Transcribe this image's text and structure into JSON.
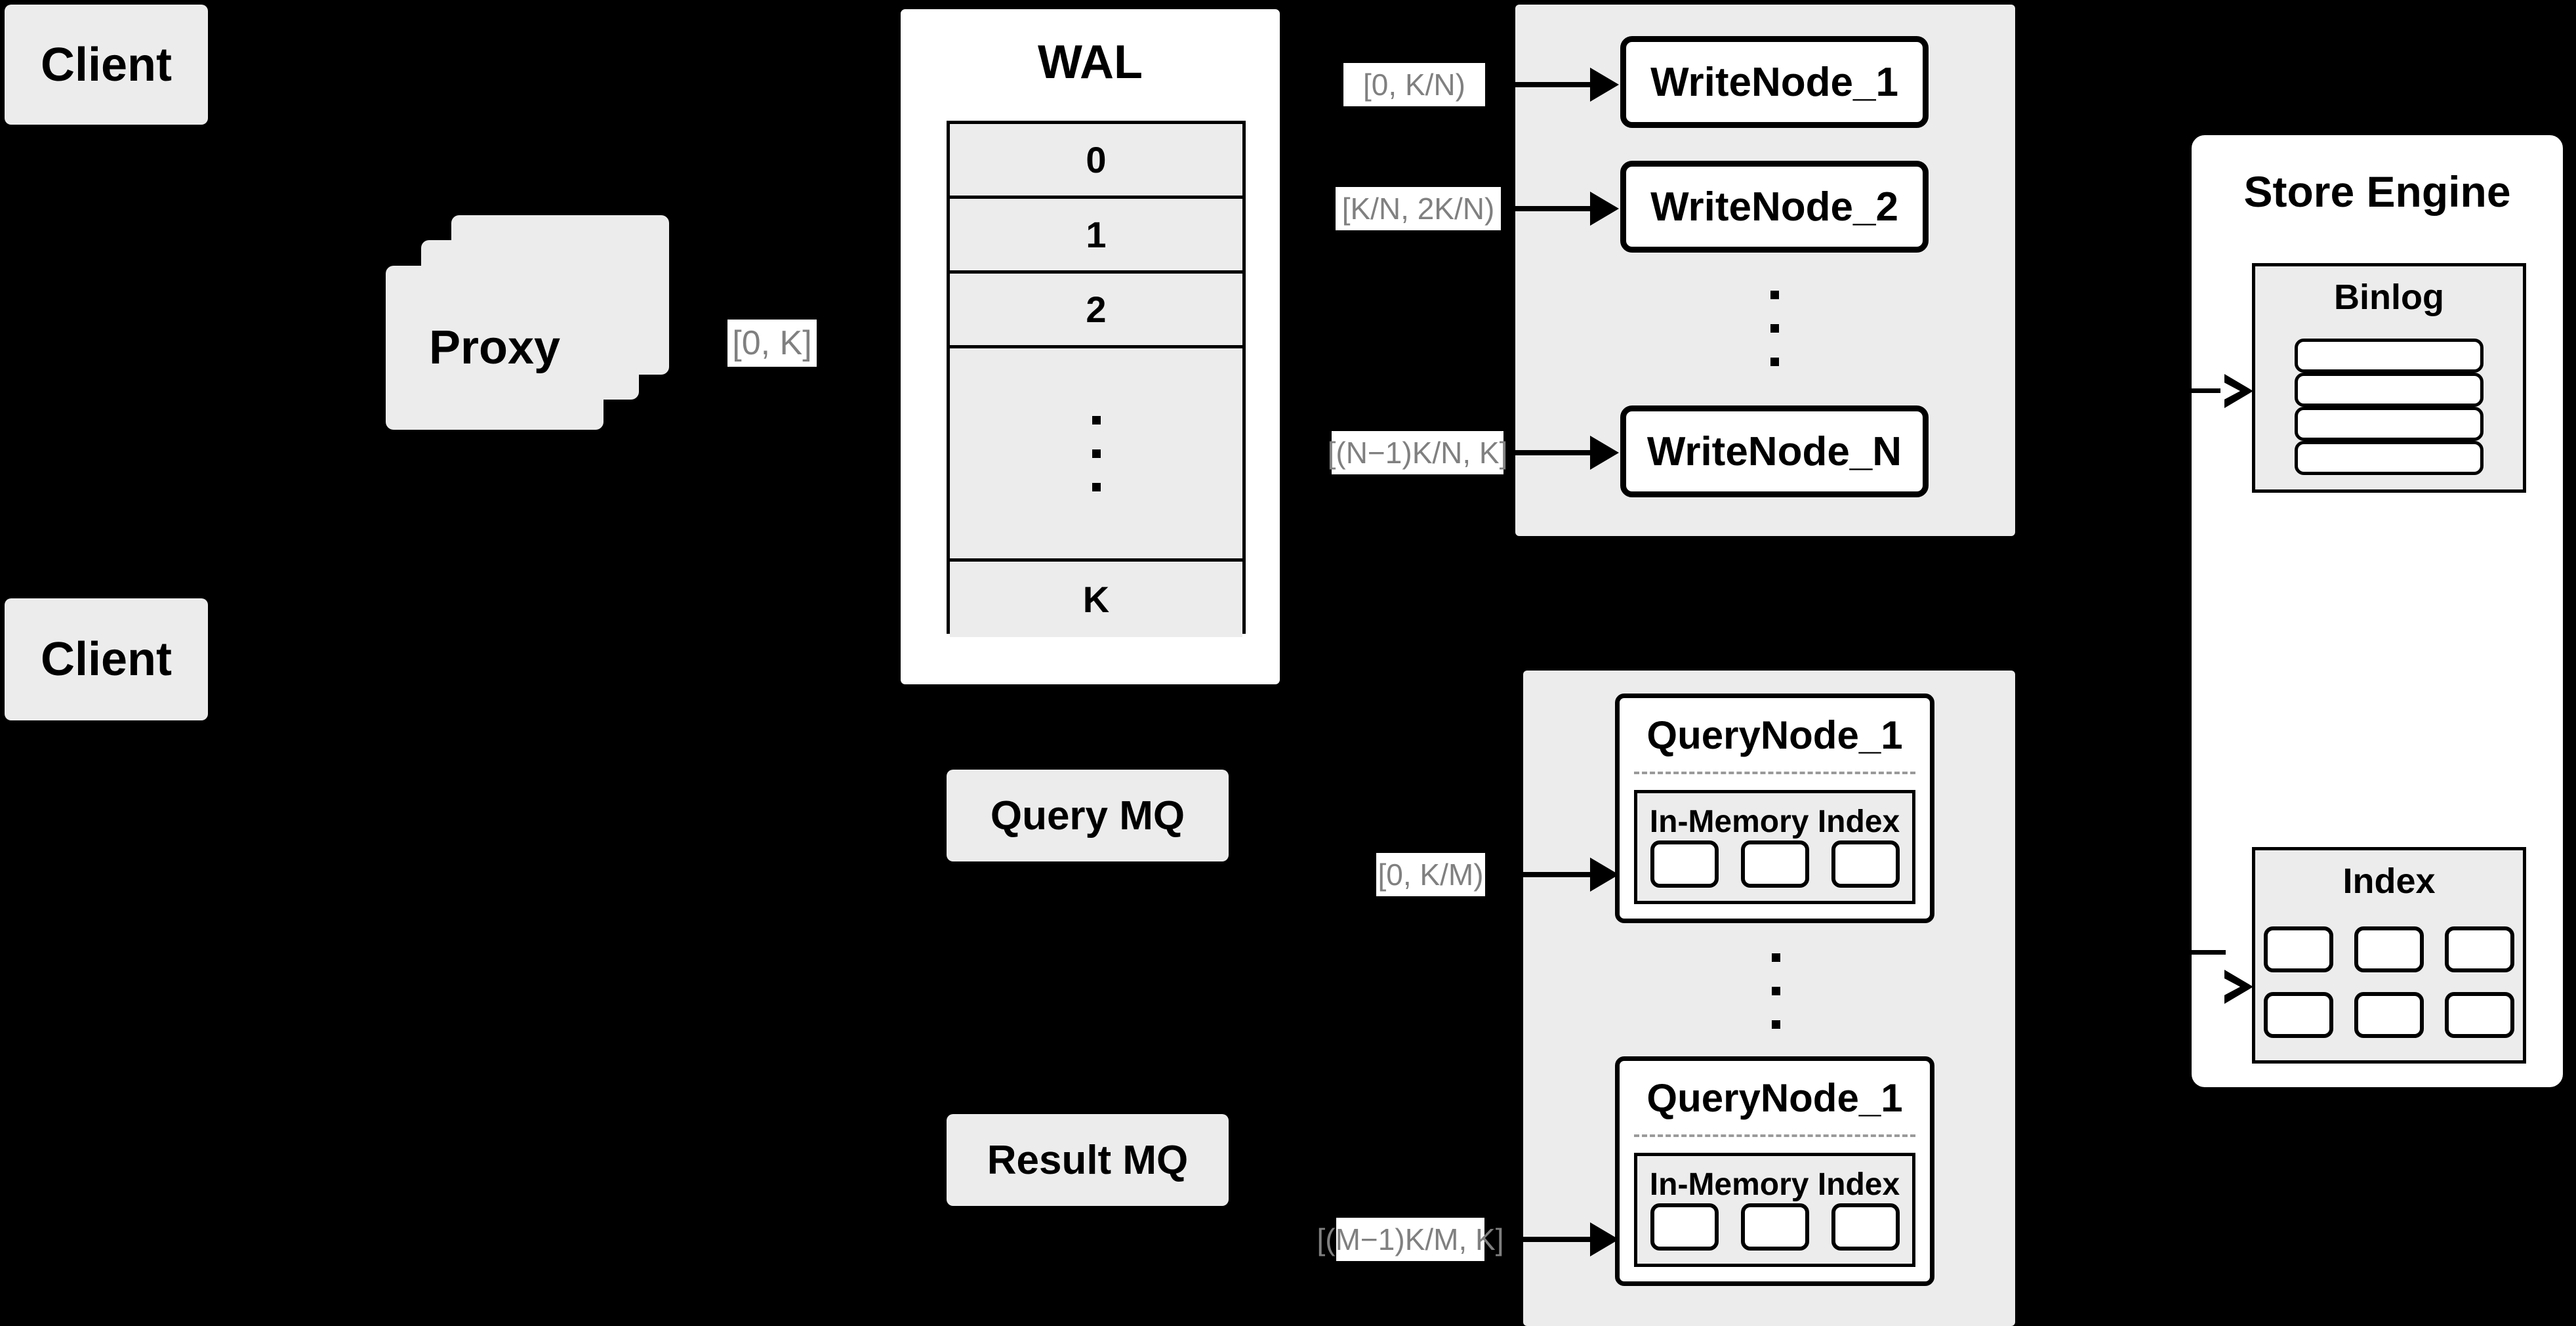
{
  "diagram": {
    "title": "Distributed WAL / Write-Query Node Architecture",
    "background_color": "#000000",
    "node_fill": "#ececec",
    "card_fill": "#ffffff",
    "label_text_color": "#808080"
  },
  "clients": [
    {
      "label": "Client"
    },
    {
      "label": "Client"
    }
  ],
  "proxy": {
    "label": "Proxy",
    "stack_count": 3
  },
  "proxy_range_label": {
    "text": "[0, K]"
  },
  "wal": {
    "title": "WAL",
    "rows": [
      "0",
      "1",
      "2",
      "⋮",
      "K"
    ],
    "ellipsis_row_index": 3
  },
  "write_section": {
    "nodes": [
      {
        "label": "WriteNode_1"
      },
      {
        "label": "WriteNode_2"
      },
      {
        "label": "WriteNode_N"
      }
    ],
    "ellipsis": "⋮",
    "range_labels": [
      {
        "text": "[0,  K/N)"
      },
      {
        "text": "[K/N, 2K/N)"
      },
      {
        "text": "[(N−1)K/N,  K]"
      }
    ]
  },
  "query_section": {
    "nodes": [
      {
        "title": "QueryNode_1",
        "index_title": "In-Memory Index",
        "cell_count": 3
      },
      {
        "title": "QueryNode_1",
        "index_title": "In-Memory Index",
        "cell_count": 3
      }
    ],
    "ellipsis": "⋮",
    "range_labels": [
      {
        "text": "[0, K/M)"
      },
      {
        "text": "[(M−1)K/M, K]"
      }
    ]
  },
  "message_queues": [
    {
      "label": "Query MQ"
    },
    {
      "label": "Result MQ"
    }
  ],
  "store_engine": {
    "title": "Store Engine",
    "binlog": {
      "title": "Binlog",
      "row_count": 4
    },
    "index": {
      "title": "Index",
      "cell_count": 6,
      "rows": 2,
      "cols": 3
    }
  }
}
